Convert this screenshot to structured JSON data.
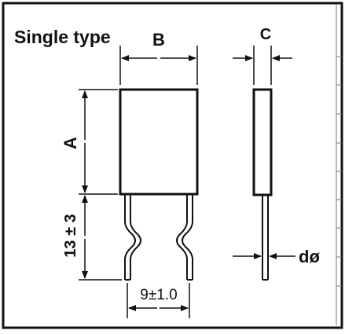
{
  "diagram": {
    "title": "Single type",
    "dimensions": {
      "width_label": "B",
      "height_label": "A",
      "thickness_label": "C",
      "lead_length_label": "13 ± 3",
      "lead_spacing_label": "9±1.0",
      "lead_diameter_label": "dø"
    }
  }
}
